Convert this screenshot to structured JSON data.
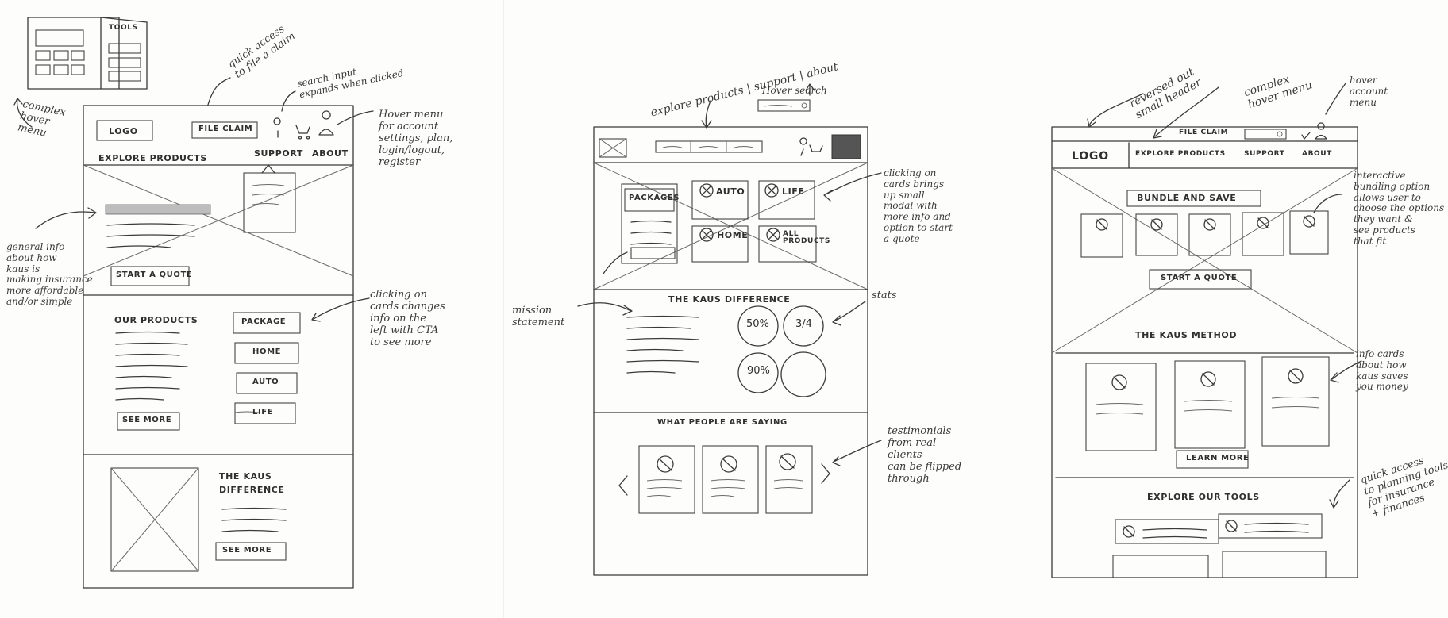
{
  "sketch1": {
    "tools_label": "TOOLS",
    "note_complex_hover": "complex\nhover\nmenu",
    "note_quick_access": "quick access\nto file a claim",
    "note_search": "search input\nexpands when clicked",
    "note_hover_menu": "Hover menu\nfor account\nsettings, plan,\nlogin/logout,\nregister",
    "logo": "LOGO",
    "file_claim": "FILE CLAIM",
    "explore_products": "EXPLORE PRODUCTS",
    "support": "SUPPORT",
    "about": "ABOUT",
    "note_general_info": "general info\nabout how\nkaus is\nmaking insurance\nmore affordable\nand/or simple",
    "start_quote": "START A QUOTE",
    "our_products": "OUR PRODUCTS",
    "products": [
      "PACKAGE",
      "HOME",
      "AUTO",
      "LIFE"
    ],
    "see_more": "SEE MORE",
    "note_cards": "clicking on\ncards changes\ninfo on the\nleft with CTA\nto see more",
    "kaus_difference_1": "THE KAUS",
    "kaus_difference_2": "DIFFERENCE",
    "see_more_2": "SEE MORE"
  },
  "sketch2": {
    "nav_note": "explore products | support | about",
    "hover_search": "Hover search",
    "packages": "PACKAGES",
    "auto": "AUTO",
    "life": "LIFE",
    "home": "HOME",
    "all_products": "ALL\nPRODUCTS",
    "note_cards": "clicking on\ncards brings\nup small\nmodal with\nmore info and\noption to start\na quote",
    "note_mission": "mission\nstatement",
    "kaus_difference": "THE KAUS DIFFERENCE",
    "note_stats": "stats",
    "stats": [
      "50%",
      "3/4",
      "90%"
    ],
    "what_people": "WHAT PEOPLE ARE SAYING",
    "note_testimonials": "testimonials\nfrom real\nclients —\ncan be flipped\nthrough"
  },
  "sketch3": {
    "note_reversed": "reversed out\nsmall header",
    "note_complex": "complex\nhover menu",
    "note_account": "hover\naccount\nmenu",
    "file_claim": "FILE CLAIM",
    "logo": "LOGO",
    "explore_products": "EXPLORE PRODUCTS",
    "support": "SUPPORT",
    "about": "ABOUT",
    "bundle_save": "BUNDLE AND SAVE",
    "note_bundling": "interactive\nbundling option\nallows user to\nchoose the options\nthey want &\nsee products\nthat fit",
    "start_quote": "START A QUOTE",
    "kaus_method": "THE KAUS METHOD",
    "note_info_cards": "info cards\nabout how\nkaus saves\nyou money",
    "learn_more": "LEARN MORE",
    "explore_tools": "EXPLORE OUR TOOLS",
    "note_quick_access": "quick access\nto planning tools\nfor insurance\n+ finances"
  }
}
